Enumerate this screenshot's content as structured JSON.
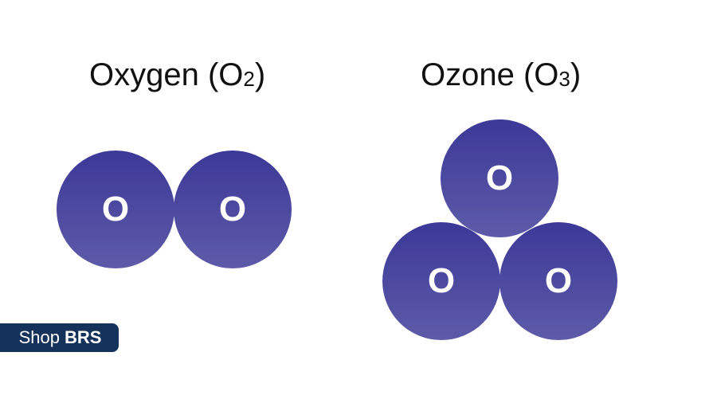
{
  "oxygen": {
    "title_main": "Oxygen (O",
    "title_sub": "2",
    "title_end": ")",
    "atoms": [
      "O",
      "O"
    ]
  },
  "ozone": {
    "title_main": "Ozone (O",
    "title_sub": "3",
    "title_end": ")",
    "atoms": [
      "O",
      "O",
      "O"
    ]
  },
  "badge": {
    "text_regular": "Shop",
    "text_bold": "BRS"
  },
  "colors": {
    "atom_top": "#3c3898",
    "atom_bottom": "#5d5ba8",
    "badge_bg": "#14325a",
    "label": "#ffffff"
  }
}
